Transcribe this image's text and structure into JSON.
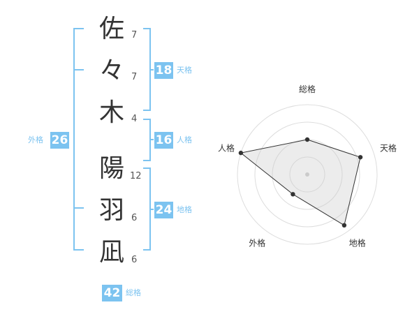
{
  "name_chars": [
    {
      "char": "佐",
      "strokes": "7"
    },
    {
      "char": "々",
      "strokes": "7"
    },
    {
      "char": "木",
      "strokes": "4"
    },
    {
      "char": "陽",
      "strokes": "12"
    },
    {
      "char": "羽",
      "strokes": "6"
    },
    {
      "char": "凪",
      "strokes": "6"
    }
  ],
  "kakusu": {
    "tenkaku": {
      "label": "天格",
      "value": "18"
    },
    "jinkaku": {
      "label": "人格",
      "value": "16"
    },
    "chikaku": {
      "label": "地格",
      "value": "24"
    },
    "gaikaku": {
      "label": "外格",
      "value": "26"
    },
    "soukaku": {
      "label": "総格",
      "value": "42"
    }
  },
  "accent_color": "#7cc3f0",
  "chart_data": {
    "type": "radar",
    "axes": [
      "総格",
      "天格",
      "地格",
      "外格",
      "人格"
    ],
    "values": [
      0.5,
      0.8,
      0.9,
      0.35,
      1.0
    ],
    "rings": 4
  }
}
